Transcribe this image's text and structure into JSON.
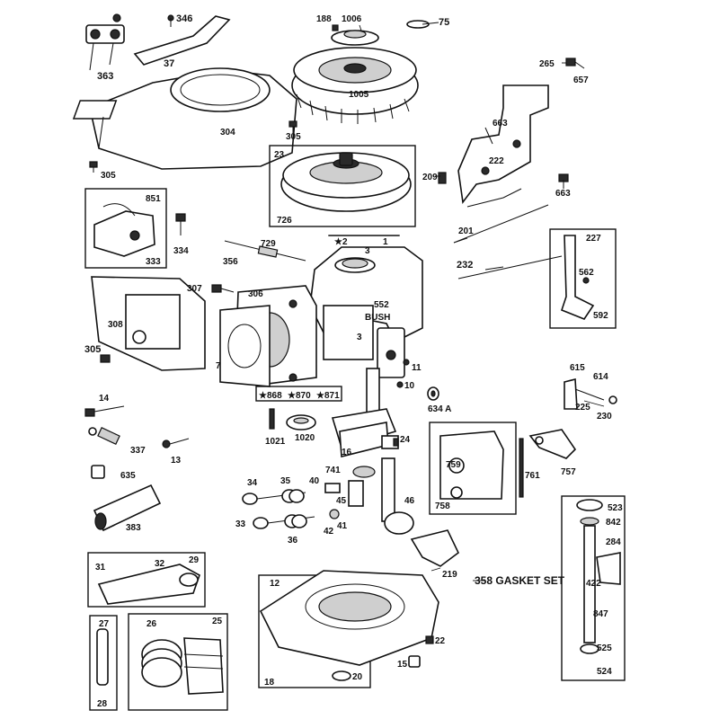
{
  "labels": {
    "p346": "346",
    "p363": "363",
    "p37": "37",
    "p188": "188",
    "p1006": "1006",
    "p75": "75",
    "p1005": "1005",
    "p304": "304",
    "p305a": "305",
    "p305b": "305",
    "p265": "265",
    "p657": "657",
    "p663a": "663",
    "p663b": "663",
    "p222": "222",
    "p23": "23",
    "p209": "209",
    "p726": "726",
    "p851": "851",
    "p334": "334",
    "p333": "333",
    "p729": "729",
    "p356": "356",
    "p2": "★2",
    "p3a": "3",
    "p1": "1",
    "p201": "201",
    "p232": "232",
    "p227": "227",
    "p562": "562",
    "p592": "592",
    "p307": "307",
    "p306": "306",
    "p552": "552",
    "bush": "BUSH",
    "p308": "308",
    "p305c": "305",
    "p7": "7",
    "p3b": "3",
    "p11": "11",
    "p868": "★868",
    "p870": "★870",
    "p871": "★871",
    "p10": "10",
    "p634a": "634 A",
    "p615": "615",
    "p614": "614",
    "p225": "225",
    "p230": "230",
    "p14": "14",
    "p1021": "1021",
    "p1020": "1020",
    "p337": "337",
    "p13": "13",
    "p16": "16",
    "p24": "24",
    "p635": "635",
    "p741": "741",
    "p759": "759",
    "p761": "761",
    "p757": "757",
    "p758": "758",
    "p34": "34",
    "p35": "35",
    "p40": "40",
    "p45": "45",
    "p46": "46",
    "p383": "383",
    "p33": "33",
    "p41": "41",
    "p42": "42",
    "p36": "36",
    "p523": "523",
    "p842": "842",
    "p284": "284",
    "p31": "31",
    "p32": "32",
    "p29": "29",
    "p219": "219",
    "p422": "422",
    "gasket": "358 GASKET SET",
    "p12": "12",
    "p847": "847",
    "p27": "27",
    "p26": "26",
    "p25": "25",
    "p22": "22",
    "p525": "525",
    "p15": "15",
    "p20": "20",
    "p18": "18",
    "p28": "28",
    "p524": "524"
  }
}
